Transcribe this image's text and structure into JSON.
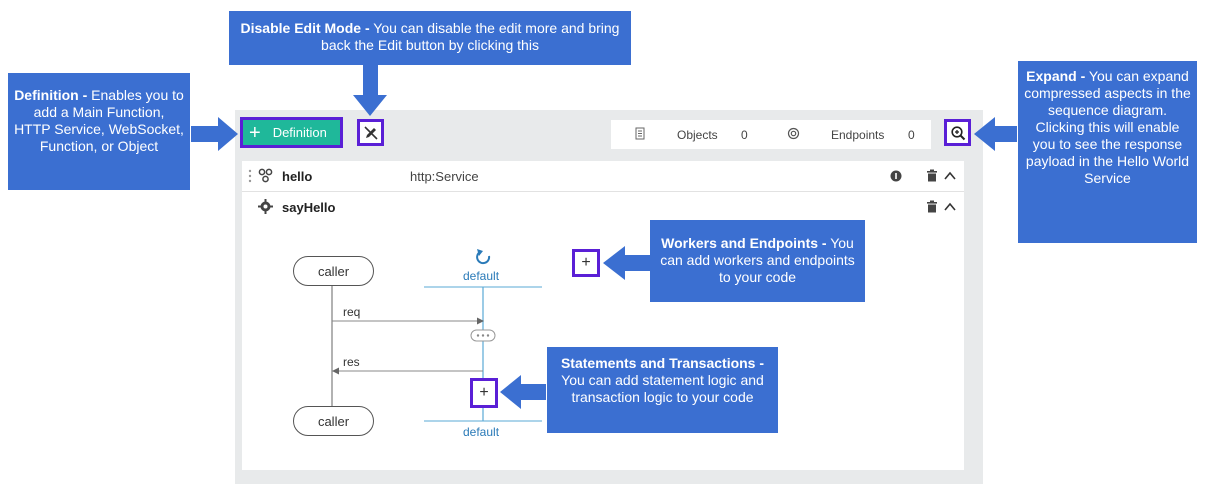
{
  "toolbar": {
    "definition_label": "Definition",
    "objects_label": "Objects",
    "objects_count": "0",
    "endpoints_label": "Endpoints",
    "endpoints_count": "0"
  },
  "service": {
    "name": "hello",
    "type": "http:Service"
  },
  "resource": {
    "name": "sayHello"
  },
  "diagram": {
    "caller_top": "caller",
    "caller_bottom": "caller",
    "default_top": "default",
    "default_bottom": "default",
    "req_label": "req",
    "res_label": "res",
    "add_worker_symbol": "+",
    "add_statement_symbol": "+"
  },
  "callouts": {
    "edit": {
      "title": "Disable Edit Mode -",
      "body": " You can disable the edit more and bring back the Edit button by clicking this"
    },
    "definition": {
      "title": "Definition -",
      "body": " Enables you to add a Main Function, HTTP Service, WebSocket, Function, or Object"
    },
    "expand": {
      "title": "Expand -",
      "body": " You can expand compressed aspects in the sequence diagram. Clicking this will enable you to see the response payload in the Hello World Service"
    },
    "workers": {
      "title": "Workers and Endpoints -",
      "body": " You can add workers and endpoints to your code"
    },
    "statements": {
      "title": "Statements and Transactions -",
      "body": " You can add statement logic and transaction logic to your code"
    }
  },
  "colors": {
    "callout_bg": "#3b6fd1",
    "highlight_border": "#5a1fd6",
    "definition_btn": "#1fb89a",
    "lifeline": "#5aa9d6"
  },
  "icons": [
    "plus-icon",
    "edit-off-icon",
    "zoom-in-icon",
    "document-icon",
    "endpoint-icon",
    "service-icon",
    "gear-icon",
    "delete-icon",
    "chevron-up-icon",
    "refresh-icon",
    "drag-handle-icon",
    "info-icon"
  ]
}
